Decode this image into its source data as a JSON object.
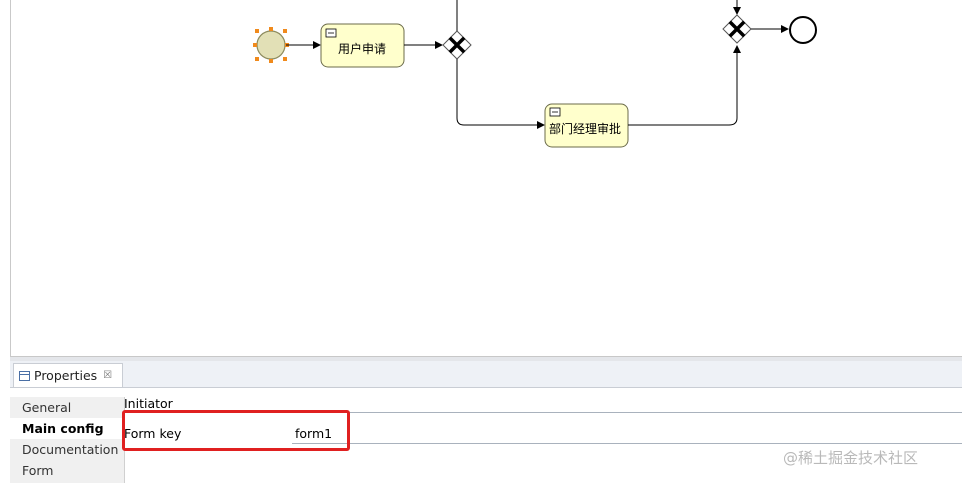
{
  "diagram": {
    "task1_label": "用户申请",
    "task2_label": "部门经理审批"
  },
  "properties": {
    "tab_label": "Properties",
    "tab_close": "☒",
    "sidebar": [
      {
        "label": "General",
        "active": false
      },
      {
        "label": "Main config",
        "active": true
      },
      {
        "label": "Documentation",
        "active": false
      },
      {
        "label": "Form",
        "active": false
      }
    ],
    "initiator_label": "Initiator",
    "initiator_value": "",
    "form_key_label": "Form key",
    "form_key_value": "form1"
  },
  "watermark": "@稀土掘金技术社区",
  "colors": {
    "task_fill": "#ffffcc",
    "start_fill": "#e2e0b6",
    "selection_handle": "#f08a1c",
    "highlight": "#e02020"
  }
}
